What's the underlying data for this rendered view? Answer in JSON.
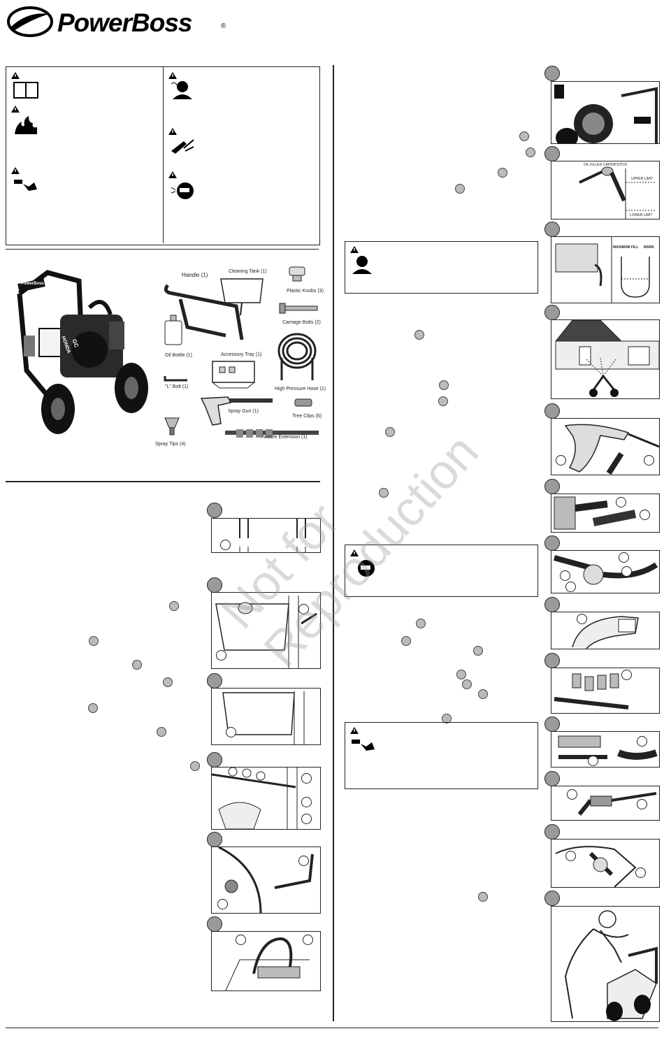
{
  "brand": {
    "name": "PowerBoss",
    "registered": "®"
  },
  "watermark": {
    "line1": "Not for",
    "line2": "Reproduction"
  },
  "parts": {
    "handle": "Handle (1)",
    "cleaning_tank": "Cleaning Tank (1)",
    "plastic_knobs": "Plastic Knobs (3)",
    "carriage_bolts": "Carriage Bolts (2)",
    "oil_bottle": "Oil Bottle (1)",
    "accessory_tray": "Accessory Tray (1)",
    "l_bolt": "\"L\" Bolt (1)",
    "high_pressure_hose": "High Pressure Hose (1)",
    "spray_gun": "Spray Gun (1)",
    "tree_clips": "Tree Clips (6)",
    "spray_tips": "Spray Tips (4)",
    "nozzle_extension": "Nozzle Extension (1)"
  },
  "machine": {
    "brand_label": "PowerBoss",
    "engine_label": "HONDA",
    "engine_model": "GC"
  },
  "oil_figure": {
    "dipstick": "OIL FILLER CAP/DIPSTICK",
    "upper": "UPPER LIMIT",
    "lower": "LOWER LIMIT"
  },
  "tank_figure": {
    "max": "MAXIMUM FILL",
    "mark": "MARK"
  },
  "colors": {
    "ink": "#111111",
    "step_fill": "#9a9a9a",
    "watermark": "#969696"
  }
}
